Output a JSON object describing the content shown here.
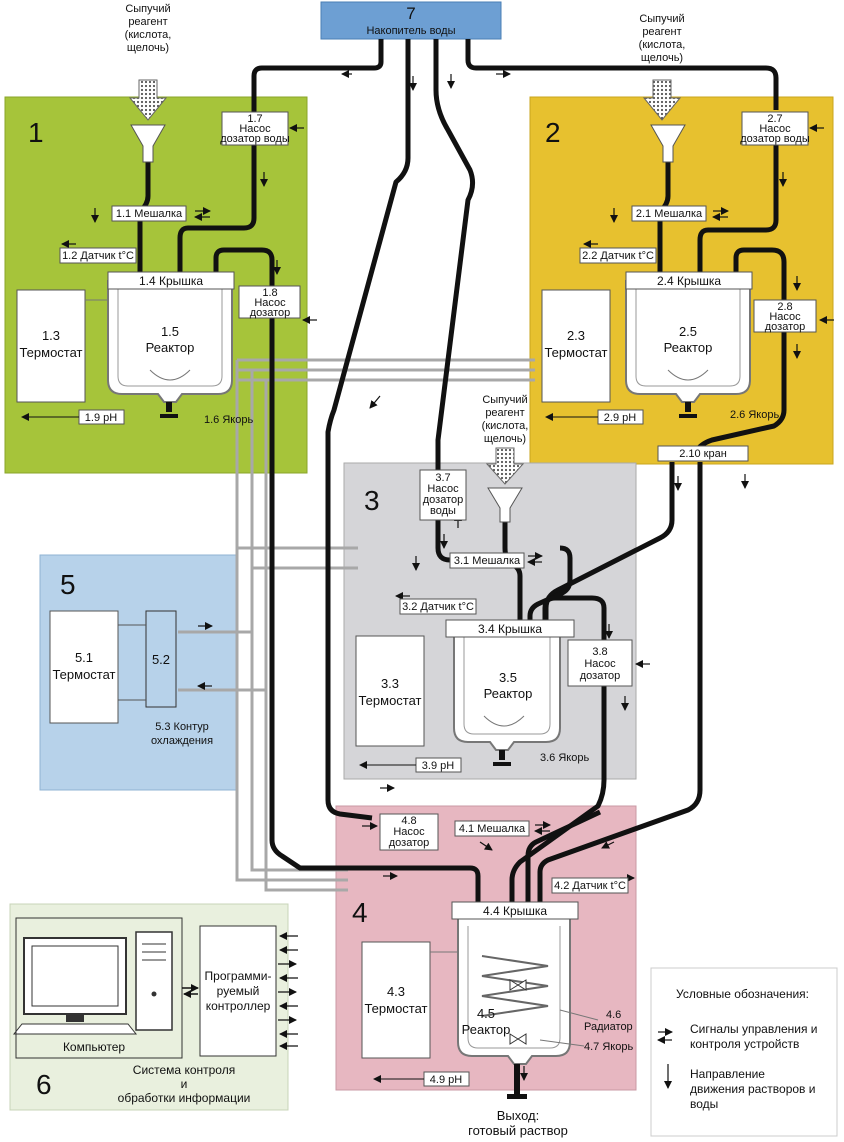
{
  "title": {
    "number": "7",
    "text": "Накопитель воды"
  },
  "reagent": {
    "l1": "Сыпучий",
    "l2": "реагент",
    "l3": "(кислота,",
    "l4": "щелочь)"
  },
  "blocks": {
    "b1": {
      "number": "1",
      "pump_water": {
        "l1": "1.7",
        "l2": "Насос",
        "l3": "дозатор воды"
      },
      "stirrer": "1.1 Мешалка",
      "tsensor": "1.2 Датчик t°C",
      "lid": "1.4 Крышка",
      "pump": {
        "l1": "1.8",
        "l2": "Насос",
        "l3": "дозатор"
      },
      "thermostat": {
        "l1": "1.3",
        "l2": "Термостат"
      },
      "reactor": {
        "l1": "1.5",
        "l2": "Реактор"
      },
      "ph": "1.9 pH",
      "anchor": "1.6 Якорь"
    },
    "b2": {
      "number": "2",
      "pump_water": {
        "l1": "2.7",
        "l2": "Насос",
        "l3": "дозатор воды"
      },
      "stirrer": "2.1 Мешалка",
      "tsensor": "2.2 Датчик t°C",
      "lid": "2.4 Крышка",
      "pump": {
        "l1": "2.8",
        "l2": "Насос",
        "l3": "дозатор"
      },
      "thermostat": {
        "l1": "2.3",
        "l2": "Термостат"
      },
      "reactor": {
        "l1": "2.5",
        "l2": "Реактор"
      },
      "ph": "2.9 pH",
      "anchor": "2.6 Якорь",
      "valve": "2.10 кран"
    },
    "b3": {
      "number": "3",
      "pump_water": {
        "l1": "3.7",
        "l2": "Насос",
        "l3": "дозатор",
        "l4": "воды"
      },
      "stirrer": "3.1 Мешалка",
      "tsensor": "3.2 Датчик t°C",
      "lid": "3.4 Крышка",
      "pump": {
        "l1": "3.8",
        "l2": "Насос",
        "l3": "дозатор"
      },
      "thermostat": {
        "l1": "3.3",
        "l2": "Термостат"
      },
      "reactor": {
        "l1": "3.5",
        "l2": "Реактор"
      },
      "ph": "3.9 pH",
      "anchor": "3.6 Якорь"
    },
    "b4": {
      "number": "4",
      "pump": {
        "l1": "4.8",
        "l2": "Насос",
        "l3": "дозатор"
      },
      "stirrer": "4.1 Мешалка",
      "tsensor": "4.2 Датчик t°C",
      "lid": "4.4 Крышка",
      "thermostat": {
        "l1": "4.3",
        "l2": "Термостат"
      },
      "reactor": {
        "l1": "4.5",
        "l2": "Реактор"
      },
      "radiator": {
        "l1": "4.6",
        "l2": "Радиатор"
      },
      "anchor": "4.7 Якорь",
      "ph": "4.9 pH",
      "output": {
        "l1": "Выход:",
        "l2": "готовый раствор"
      }
    },
    "b5": {
      "number": "5",
      "thermostat": {
        "l1": "5.1",
        "l2": "Термостат"
      },
      "unit": "5.2",
      "loop": {
        "l1": "5.3 Контур",
        "l2": "охлаждения"
      }
    },
    "b6": {
      "number": "6",
      "computer": "Компьютер",
      "plc": {
        "l1": "Программи-",
        "l2": "руемый",
        "l3": "контроллер"
      },
      "caption": {
        "l1": "Система контроля",
        "l2": "и",
        "l3": "обработки информации"
      }
    }
  },
  "legend": {
    "title": "Условные обозначения:",
    "signals": {
      "l1": "Сигналы управления и",
      "l2": "контроля устройств"
    },
    "flow": {
      "l1": "Направление",
      "l2": "движения растворов и",
      "l3": "воды"
    }
  },
  "colors": {
    "b1": "#a6c43a",
    "b2": "#e7c12f",
    "b3": "#d5d5d8",
    "b4": "#e7b7c1",
    "b5": "#b7d2ea",
    "b6": "#e9f0de",
    "b7": "#6d9fd3",
    "pipe": "#111111",
    "cooling": "#a8a8a8"
  }
}
